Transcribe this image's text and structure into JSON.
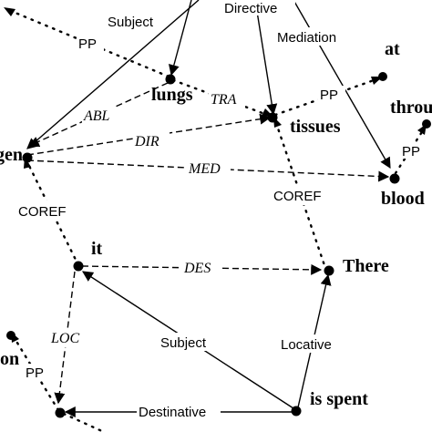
{
  "nodes": {
    "lungs": "lungs",
    "tissues": "tissues",
    "at": "at",
    "through": "throu",
    "blood": "blood",
    "oxygen": "gen",
    "it": "it",
    "there": "There",
    "is_spent": "is spent",
    "on": "on"
  },
  "edges": {
    "subject_top": "Subject",
    "directive": "Directive",
    "mediation": "Mediation",
    "pp_top_left": "PP",
    "abl": "ABL",
    "tra": "TRA",
    "pp_tissues_at": "PP",
    "pp_blood_through": "PP",
    "dir": "DIR",
    "med": "MED",
    "coref_left": "COREF",
    "coref_right": "COREF",
    "des": "DES",
    "loc": "LOC",
    "subject_bottom": "Subject",
    "locative": "Locative",
    "destinative": "Destinative",
    "pp_bottom_left": "PP"
  }
}
